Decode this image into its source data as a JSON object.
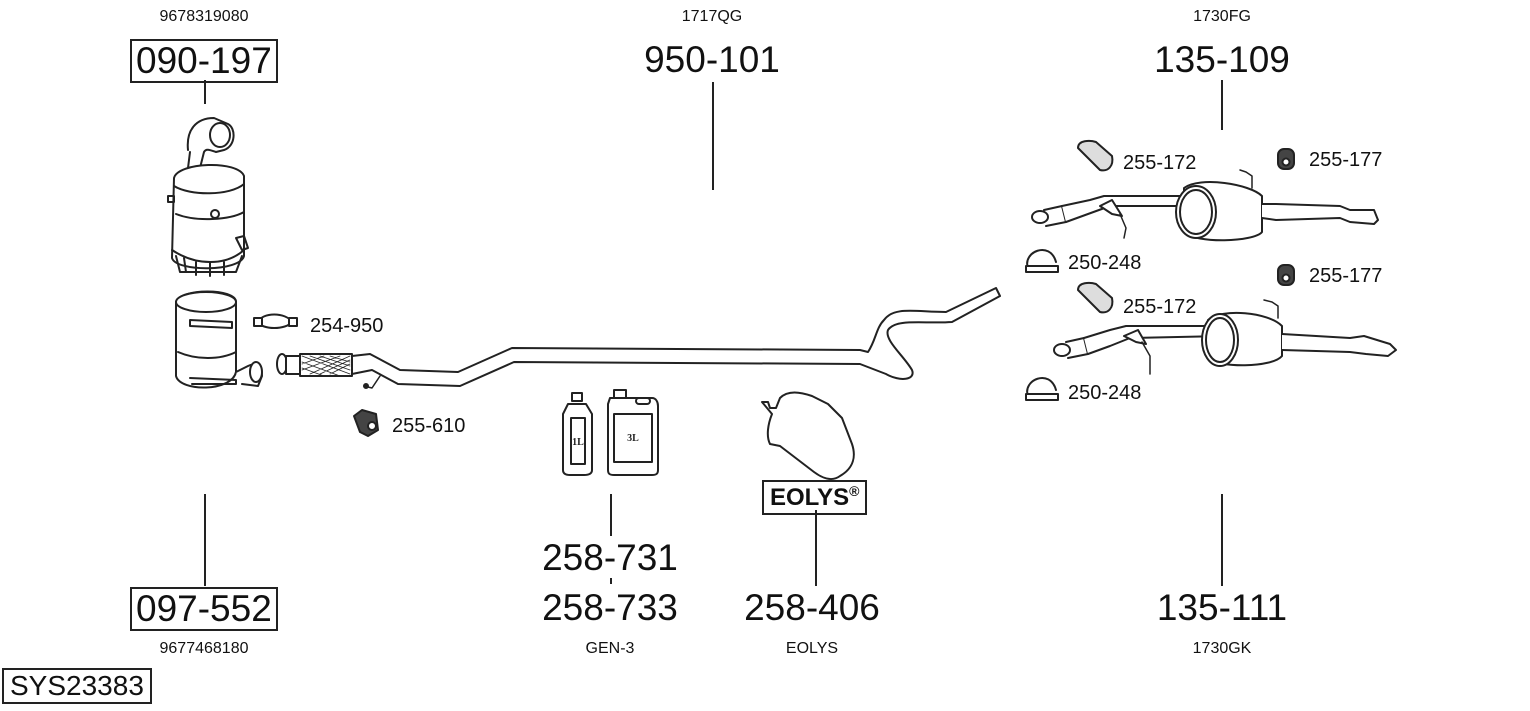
{
  "system_id": "SYS23383",
  "parts": {
    "dpf_top": {
      "oem": "9678319080",
      "part_no": "090-197"
    },
    "dpf_bottom": {
      "oem": "9677468180",
      "part_no": "097-552"
    },
    "center_pipe": {
      "oem": "1717QG",
      "part_no": "950-101"
    },
    "rear_silencer_top": {
      "oem": "1730FG",
      "part_no": "135-109"
    },
    "rear_silencer_bottom": {
      "oem": "1730GK",
      "part_no": "135-111"
    },
    "additive_gen3": {
      "part_no_1": "258-731",
      "part_no_2": "258-733",
      "caption": "GEN-3",
      "bottle_small": "1L",
      "bottle_large": "3L"
    },
    "additive_eolys": {
      "part_no": "258-406",
      "caption": "EOLYS",
      "badge": "EOLYS",
      "badge_mark": "®"
    }
  },
  "accessories": {
    "clamp_254_950": "254-950",
    "rubber_255_610": "255-610",
    "bracket_255_172_top": "255-172",
    "rubber_255_177_top": "255-177",
    "clamp_250_248_top": "250-248",
    "rubber_255_177_bottom": "255-177",
    "bracket_255_172_bottom": "255-172",
    "clamp_250_248_bottom": "250-248"
  }
}
